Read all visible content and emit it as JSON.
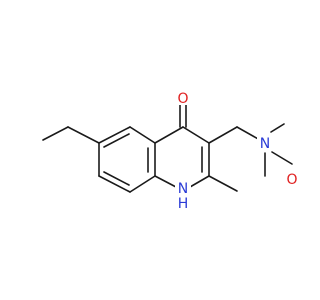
{
  "molecule": {
    "atoms": {
      "carbonyl_oxygen": {
        "label": "O",
        "color": "#e02020"
      },
      "ring_nitrogen": {
        "label": "N",
        "color": "#2a3bd6"
      },
      "ring_nh_hydrogen": {
        "label": "H",
        "color": "#2a3bd6"
      },
      "morpholine_nitrogen": {
        "label": "N",
        "color": "#2a3bd6"
      },
      "morpholine_oxygen": {
        "label": "O",
        "color": "#e02020"
      }
    },
    "bond_color": "#1a1a1a",
    "background": "#ffffff"
  }
}
